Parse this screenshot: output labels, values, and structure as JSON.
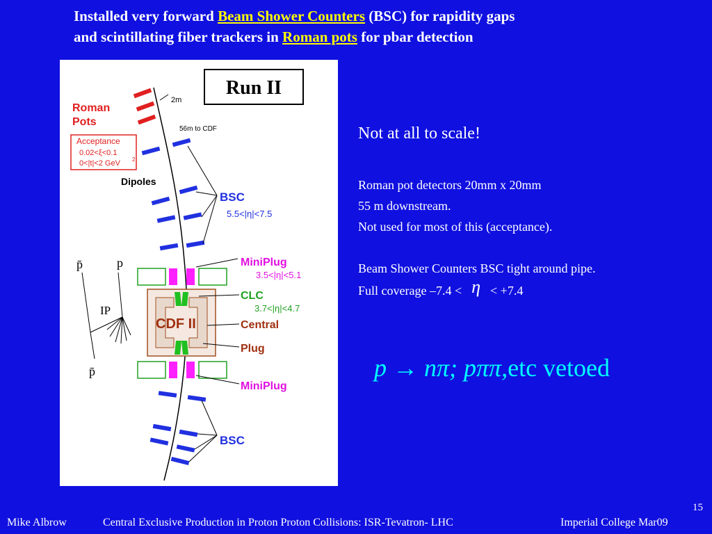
{
  "title": {
    "part1": "Installed very forward ",
    "link1": "Beam Shower Counters",
    "part2": " (BSC) for rapidity gaps",
    "part3": "and scintillating fiber trackers in ",
    "link2": "Roman pots",
    "part4": " for pbar detection"
  },
  "figure": {
    "run_label": "Run II",
    "roman_pots": [
      "Roman",
      "Pots"
    ],
    "acceptance_title": "Acceptance",
    "acceptance_line1": "0.02<ξ<0.1",
    "acceptance_line2": "0<|t|<2 GeV",
    "acceptance_sup": "2",
    "dist_2m": "2m",
    "dist_56m": "56m to CDF",
    "dipoles": "Dipoles",
    "bsc_top": "BSC",
    "bsc_range": "5.5<|η|<7.5",
    "miniplug_top": "MiniPlug",
    "miniplug_range": "3.5<|η|<5.1",
    "clc": "CLC",
    "clc_range": "3.7<|η|<4.7",
    "central": "Central",
    "cdf": "CDF II",
    "plug": "Plug",
    "miniplug_bottom": "MiniPlug",
    "bsc_bottom": "BSC",
    "pbar_top": "p̄",
    "p_label": "p",
    "pomeron": "IP",
    "pbar_bottom": "p̄"
  },
  "notes": {
    "scale": "Not at all to scale!",
    "line1": "Roman pot detectors 20mm x 20mm",
    "line2": "55 m downstream.",
    "line3": "Not used for most of this (acceptance).",
    "line4": "Beam Shower Counters BSC tight around pipe.",
    "line5_pre": "Full coverage –7.4 <",
    "line5_eta": "η",
    "line5_post": "< +7.4"
  },
  "formula": {
    "math": "p → nπ; pππ,",
    "rest": "etc vetoed"
  },
  "page_number": "15",
  "footer": {
    "author": "Mike Albrow",
    "talk": "Central Exclusive Production in Proton Proton Collisions: ISR-Tevatron- LHC",
    "venue": "Imperial College Mar09"
  },
  "colors": {
    "background": "#1010e0",
    "highlight": "#ffff00",
    "formula": "#00ffff",
    "roman_pot_red": "#e02020",
    "bsc_blue": "#2030e0",
    "miniplug_magenta": "#ff20ff",
    "clc_green": "#20c020"
  }
}
